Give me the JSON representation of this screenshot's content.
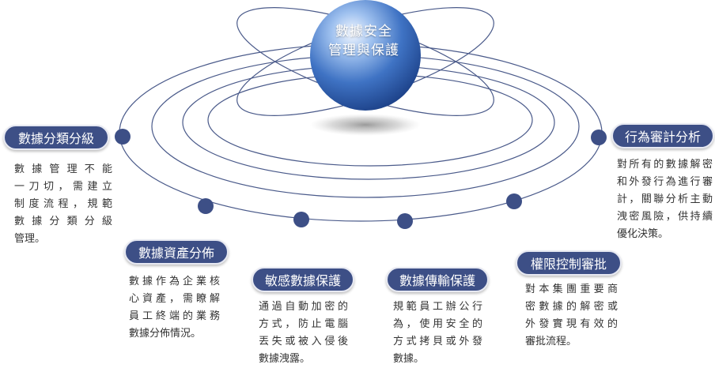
{
  "center": {
    "line1": "數據安全",
    "line2": "管理與保護"
  },
  "nodes": [
    {
      "title": "數據分類分級",
      "lines": [
        "數據管理不能",
        "一刀切，需建立",
        "制度流程，規範",
        "數據分類分級",
        "管理。"
      ]
    },
    {
      "title": "數據資產分佈",
      "lines": [
        "數據作為企業核",
        "心資產，需瞭解",
        "員工終端的業務",
        "數據分佈情況。"
      ]
    },
    {
      "title": "敏感數據保護",
      "lines": [
        "通過自動加密的",
        "方式，防止電腦",
        "丟失或被入侵後",
        "數據洩露。"
      ]
    },
    {
      "title": "數據傳輸保護",
      "lines": [
        "規範員工辦公行",
        "為，使用安全的",
        "方式拷貝或外發",
        "數據。"
      ]
    },
    {
      "title": "權限控制審批",
      "lines": [
        "對本集團重要商",
        "密數據的解密或",
        "外發實現有效的",
        "審批流程。"
      ]
    },
    {
      "title": "行為審計分析",
      "lines": [
        "對所有的數據解密",
        "和外發行為進行審",
        "計，關聯分析主動",
        "洩密風險，供持續",
        "優化決策。"
      ]
    }
  ],
  "colors": {
    "accent": "#3d4f86",
    "dot": "#3d4f86",
    "orbit": "#4a5a8a"
  }
}
